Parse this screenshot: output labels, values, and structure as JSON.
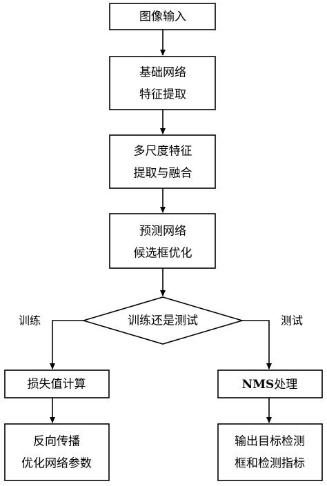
{
  "nodes": {
    "image_input": {
      "lines": [
        "图像输入"
      ]
    },
    "base_network": {
      "lines": [
        "基础网络",
        "特征提取"
      ]
    },
    "multiscale": {
      "lines": [
        "多尺度特征",
        "提取与融合"
      ]
    },
    "prediction": {
      "lines": [
        "预测网络",
        "候选框优化"
      ]
    },
    "decision": {
      "lines": [
        "训练还是测试"
      ]
    },
    "loss": {
      "lines": [
        "损失值计算"
      ]
    },
    "backprop": {
      "lines": [
        "反向传播",
        "优化网络参数"
      ]
    },
    "nms": {
      "bold": "NMS",
      "rest": "处理"
    },
    "output": {
      "lines": [
        "输出目标检测",
        "框和检测指标"
      ]
    }
  },
  "edge_labels": {
    "train": "训练",
    "test": "测试"
  }
}
